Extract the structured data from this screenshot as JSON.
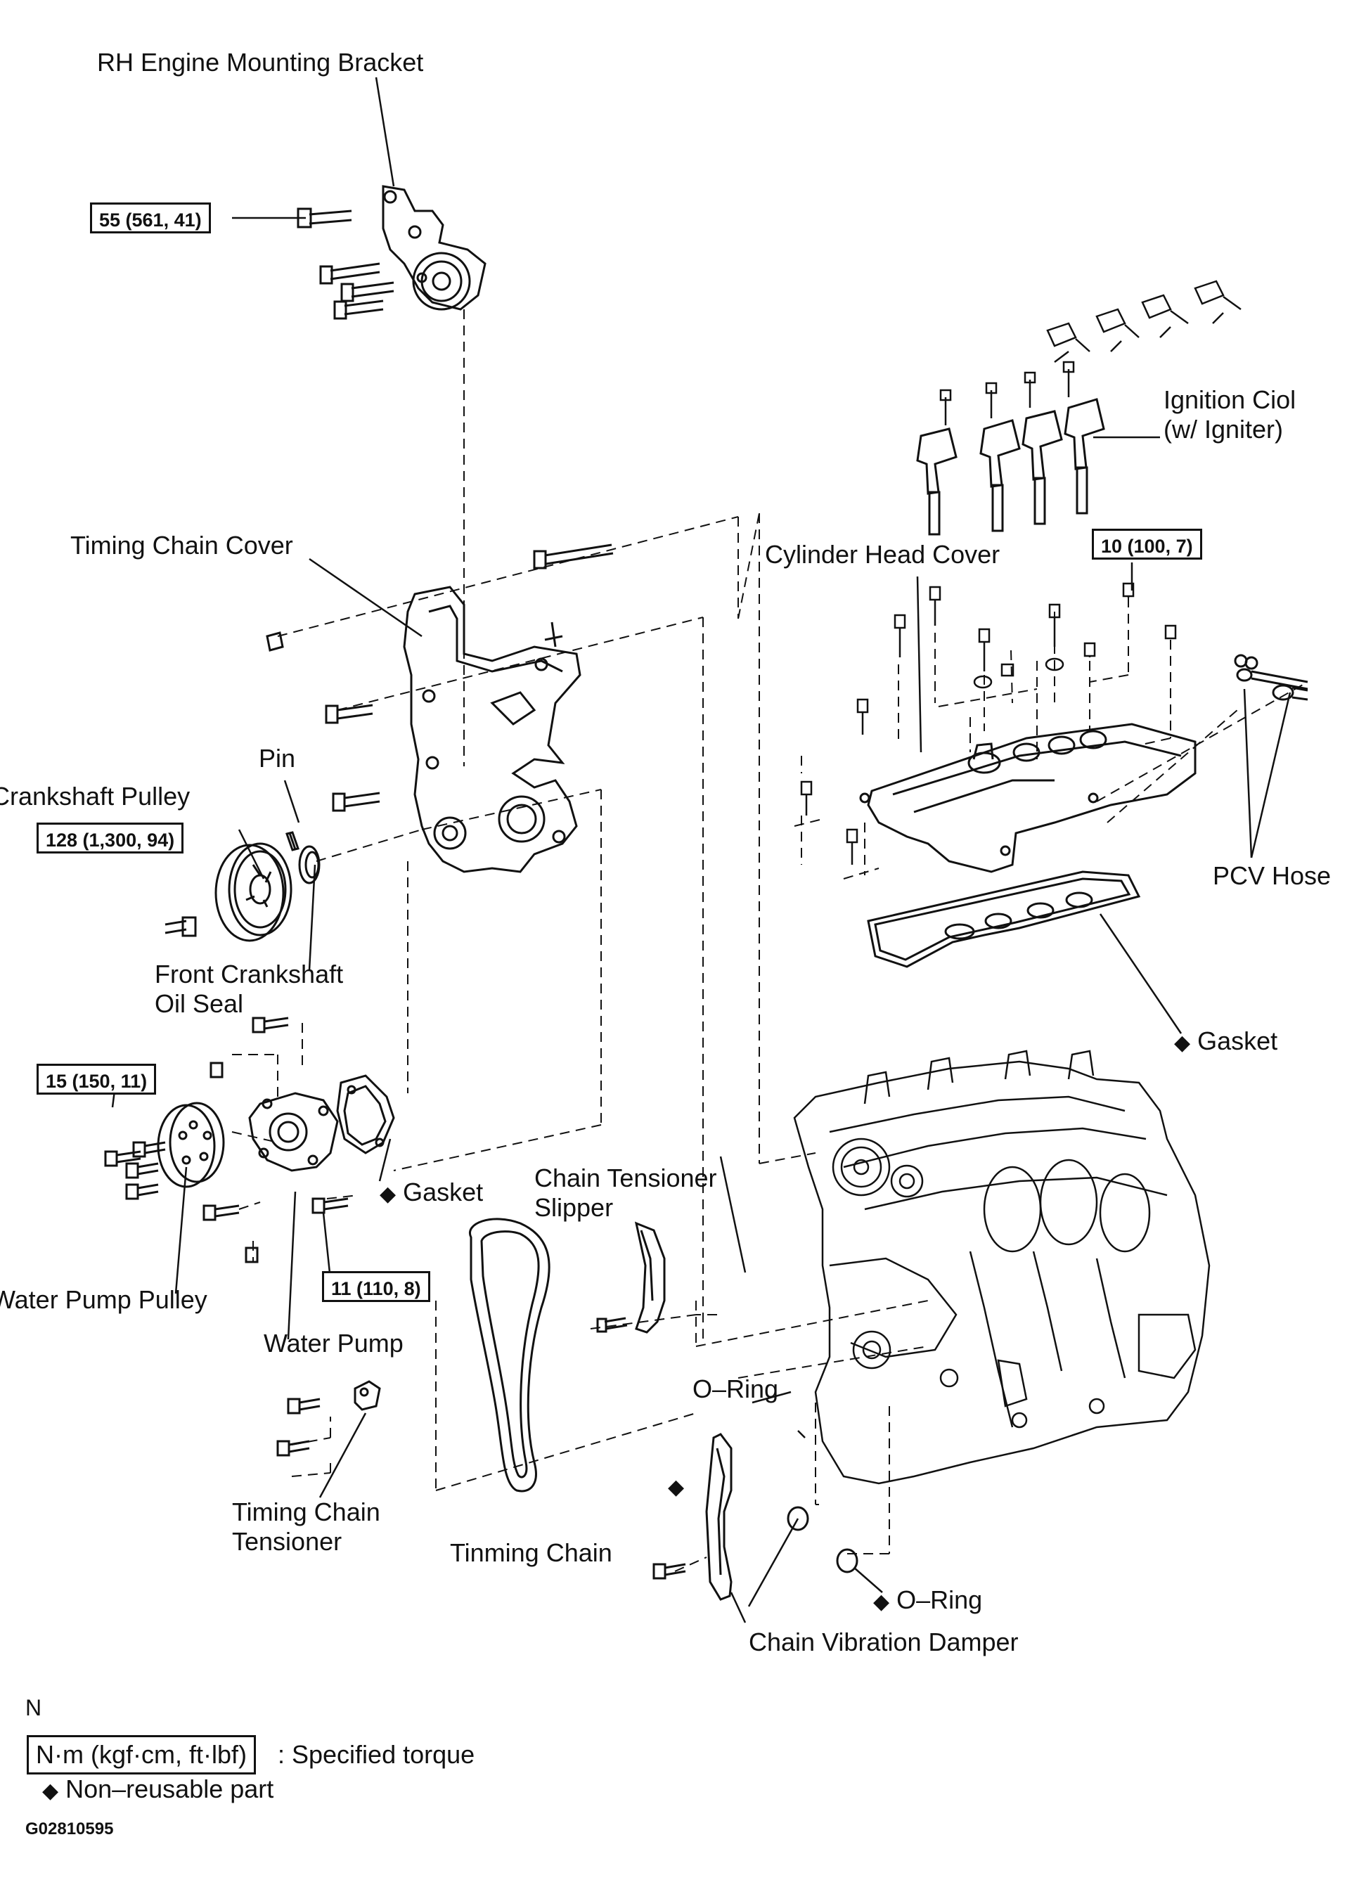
{
  "labels": {
    "rh_engine_mounting_bracket": "RH Engine Mounting Bracket",
    "ignition_coil": "Ignition Ciol\n(w/ Igniter)",
    "timing_chain_cover": "Timing Chain Cover",
    "cylinder_head_cover": "Cylinder Head Cover",
    "pin": "Pin",
    "crankshaft_pulley": "Crankshaft Pulley",
    "pcv_hose": "PCV Hose",
    "front_crankshaft_oil_seal": "Front Crankshaft\nOil Seal",
    "gasket_head_cover": "Gasket",
    "gasket_water_pump": "Gasket",
    "chain_tensioner_slipper": "Chain Tensioner\nSlipper",
    "water_pump_pulley": "Water Pump Pulley",
    "water_pump": "Water Pump",
    "o_ring_upper": "O–Ring",
    "timing_chain_tensioner": "Timing Chain\nTensioner",
    "timing_chain": "Tinming Chain",
    "o_ring_lower": "O–Ring",
    "chain_vibration_damper": "Chain Vibration Damper"
  },
  "torque_boxes": {
    "bracket": "55 (561, 41)",
    "cylinder_head_cover": "10 (100, 7)",
    "crankshaft_pulley": "128 (1,300, 94)",
    "water_pump_pulley": "15 (150, 11)",
    "water_pump": "11 (110, 8)"
  },
  "symbols": {
    "non_reusable": "◆"
  },
  "legend": {
    "n_mark": "N",
    "torque_unit": "N·m (kgf·cm, ft·lbf)",
    "torque_desc": ": Specified torque",
    "non_reusable_desc": "Non–reusable part"
  },
  "figure_code": "G02810595"
}
